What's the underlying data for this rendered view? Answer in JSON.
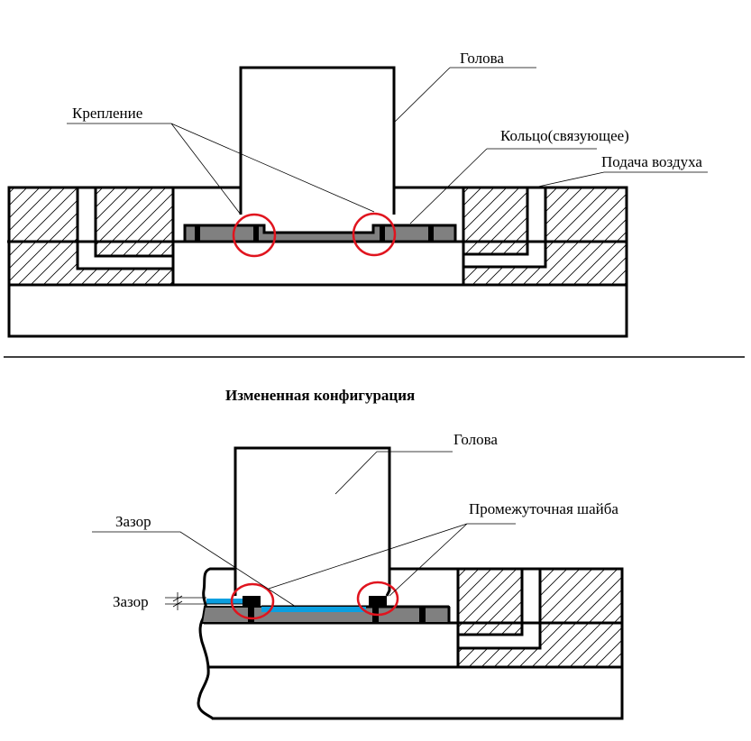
{
  "diagram": {
    "type": "mechanical cross-section",
    "colors": {
      "line": "#000000",
      "ring_fill": "#808080",
      "gap_fill": "#0a9fe0",
      "highlight": "#e0141e",
      "background": "#ffffff"
    },
    "original": {
      "labels": {
        "head": "Голова",
        "fastening": "Крепление",
        "ring": "Кольцо(связующее)",
        "air_supply": "Подача воздуха"
      },
      "highlight_count": 2
    },
    "modified": {
      "title": "Измененная конфигурация",
      "labels": {
        "head": "Голова",
        "gap_top": "Зазор",
        "gap_dim": "Зазор",
        "washer": "Промежуточная шайба"
      },
      "highlight_count": 2
    }
  }
}
